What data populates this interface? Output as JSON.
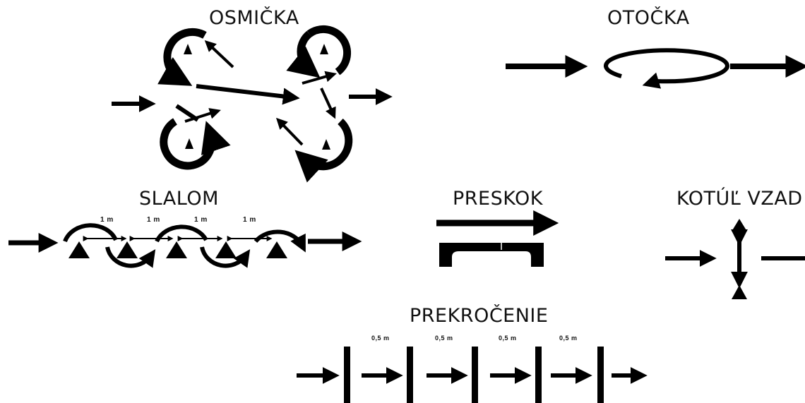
{
  "stations": {
    "osmicka": {
      "title": "OSMIČKA"
    },
    "otocka": {
      "title": "OTOČKA"
    },
    "slalom": {
      "title": "SLALOM",
      "distance_labels": [
        "1 m",
        "1 m",
        "1 m",
        "1 m"
      ]
    },
    "preskok": {
      "title": "PRESKOK"
    },
    "kotul_vzad": {
      "title": "KOTÚĽ VZAD"
    },
    "prekrocenie": {
      "title": "PREKROČENIE",
      "distance_labels": [
        "0,5 m",
        "0,5 m",
        "0,5 m",
        "0,5 m"
      ]
    }
  },
  "colors": {
    "ink": "#000000",
    "background": "#ffffff"
  }
}
